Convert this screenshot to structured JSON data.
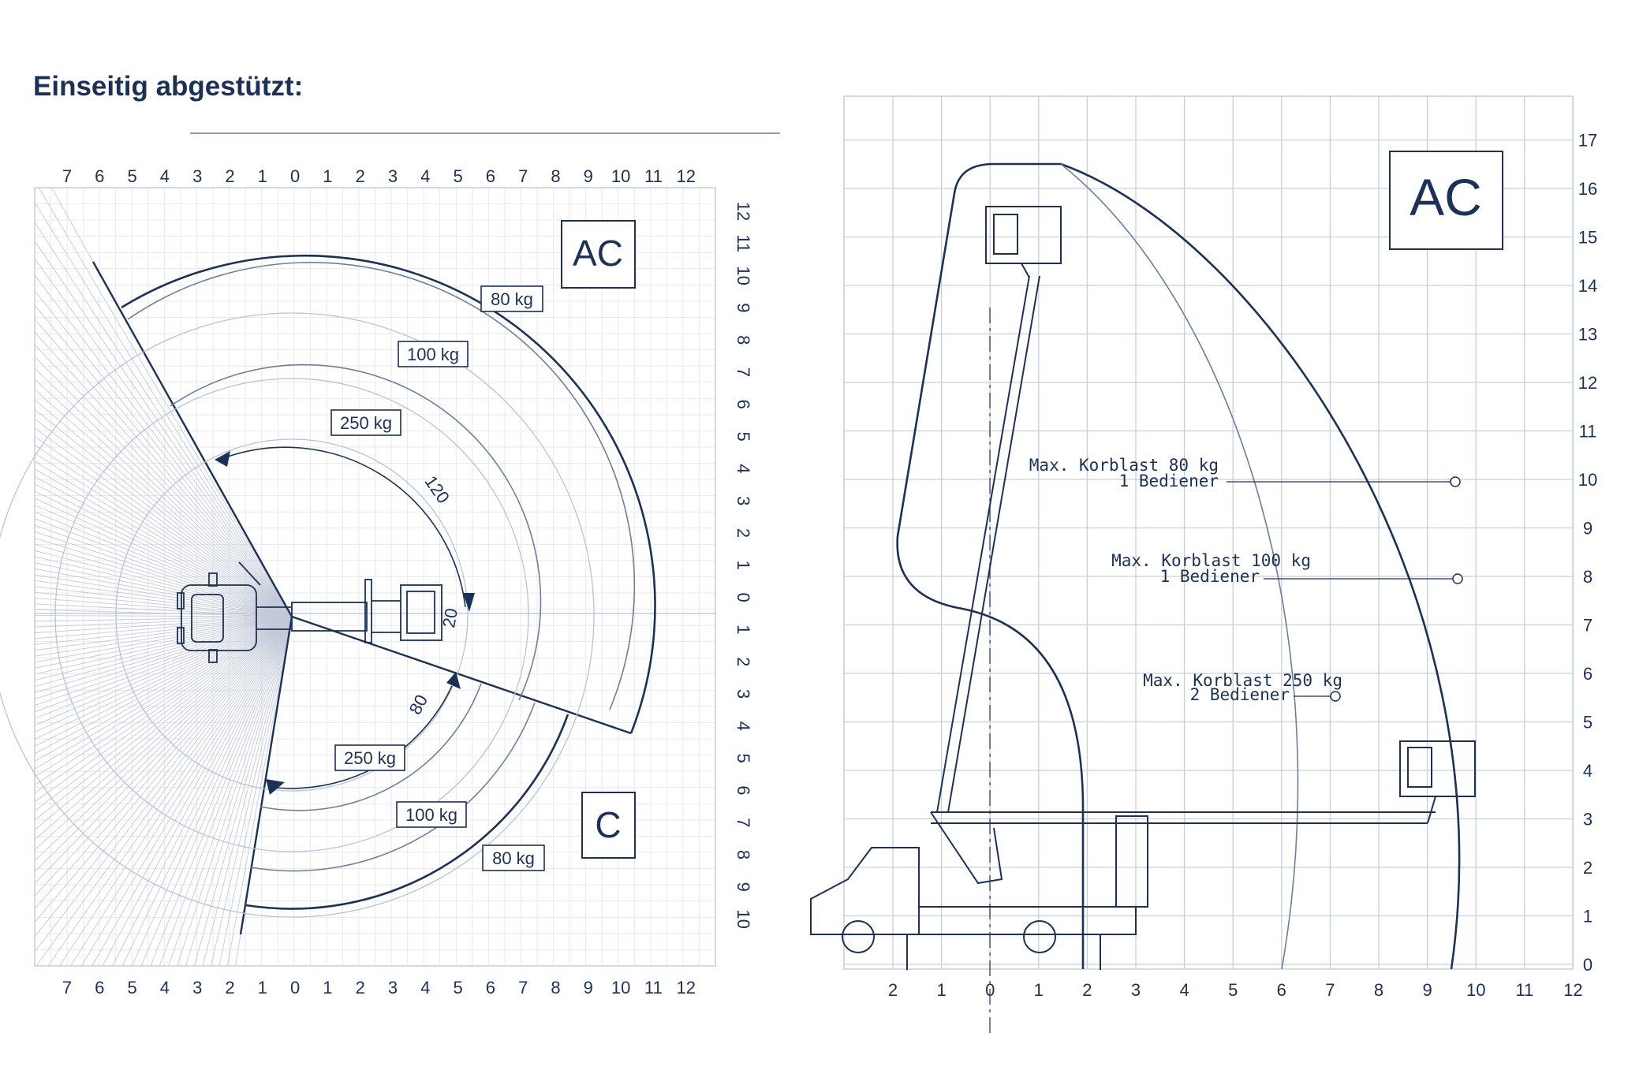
{
  "title": "Einseitig abgestützt:",
  "colors": {
    "ink": "#1b3158",
    "grid": "#d6dbe5",
    "line": "#8d9cb6"
  },
  "top_view": {
    "x_ticks": [
      "7",
      "6",
      "5",
      "4",
      "3",
      "2",
      "1",
      "0",
      "1",
      "2",
      "3",
      "4",
      "5",
      "6",
      "7",
      "8",
      "9",
      "10",
      "11",
      "12"
    ],
    "y_ticks": [
      "12",
      "11",
      "10",
      "9",
      "8",
      "7",
      "6",
      "5",
      "4",
      "3",
      "2",
      "1",
      "0",
      "1",
      "2",
      "3",
      "4",
      "5",
      "6",
      "7",
      "8",
      "9",
      "10"
    ],
    "zone_ac": "AC",
    "zone_c": "C",
    "load_labels": {
      "upper_80": "80 kg",
      "upper_100": "100 kg",
      "upper_250": "250 kg",
      "lower_250": "250 kg",
      "lower_100": "100 kg",
      "lower_80": "80 kg"
    },
    "angles": {
      "a120": "120",
      "a20": "20",
      "a80": "80"
    }
  },
  "side_view": {
    "x_ticks": [
      "2",
      "1",
      "0",
      "1",
      "2",
      "3",
      "4",
      "5",
      "6",
      "7",
      "8",
      "9",
      "10",
      "11",
      "12"
    ],
    "y_ticks": [
      "17",
      "16",
      "15",
      "14",
      "13",
      "12",
      "11",
      "10",
      "9",
      "8",
      "7",
      "6",
      "5",
      "4",
      "3",
      "2",
      "1",
      "0"
    ],
    "zone_ac": "AC",
    "callouts": [
      {
        "line1": "Max. Korblast 80 kg",
        "line2": "1 Bediener"
      },
      {
        "line1": "Max. Korblast 100 kg",
        "line2": "1 Bediener"
      },
      {
        "line1": "Max. Korblast 250 kg",
        "line2": "2 Bediener"
      }
    ]
  }
}
